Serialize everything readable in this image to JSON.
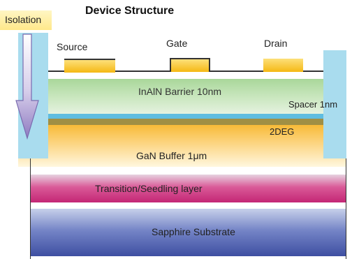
{
  "title": "Device Structure",
  "isolation": {
    "label": "Isolation"
  },
  "contacts": {
    "source": "Source",
    "gate": "Gate",
    "drain": "Drain"
  },
  "layers": {
    "barrier": "InAlN Barrier 10nm",
    "spacer": "Spacer 1nm",
    "channel": "2DEG",
    "buffer": "GaN Buffer 1μm",
    "transition": "Transition/Seedling layer",
    "substrate": "Sapphire Substrate"
  },
  "colors": {
    "isolation_region": "#a9dcee",
    "barrier": "#a9d79a",
    "spacer": "#5fbde0",
    "channel": "#a08f44",
    "buffer": "#f7b832",
    "transition": "#c42675",
    "substrate": "#3e4fa2",
    "contact_metal": "#f5b814",
    "arrow": "#8e7bc1"
  },
  "icons": {
    "isolation_arrow": "down-arrow-icon"
  }
}
